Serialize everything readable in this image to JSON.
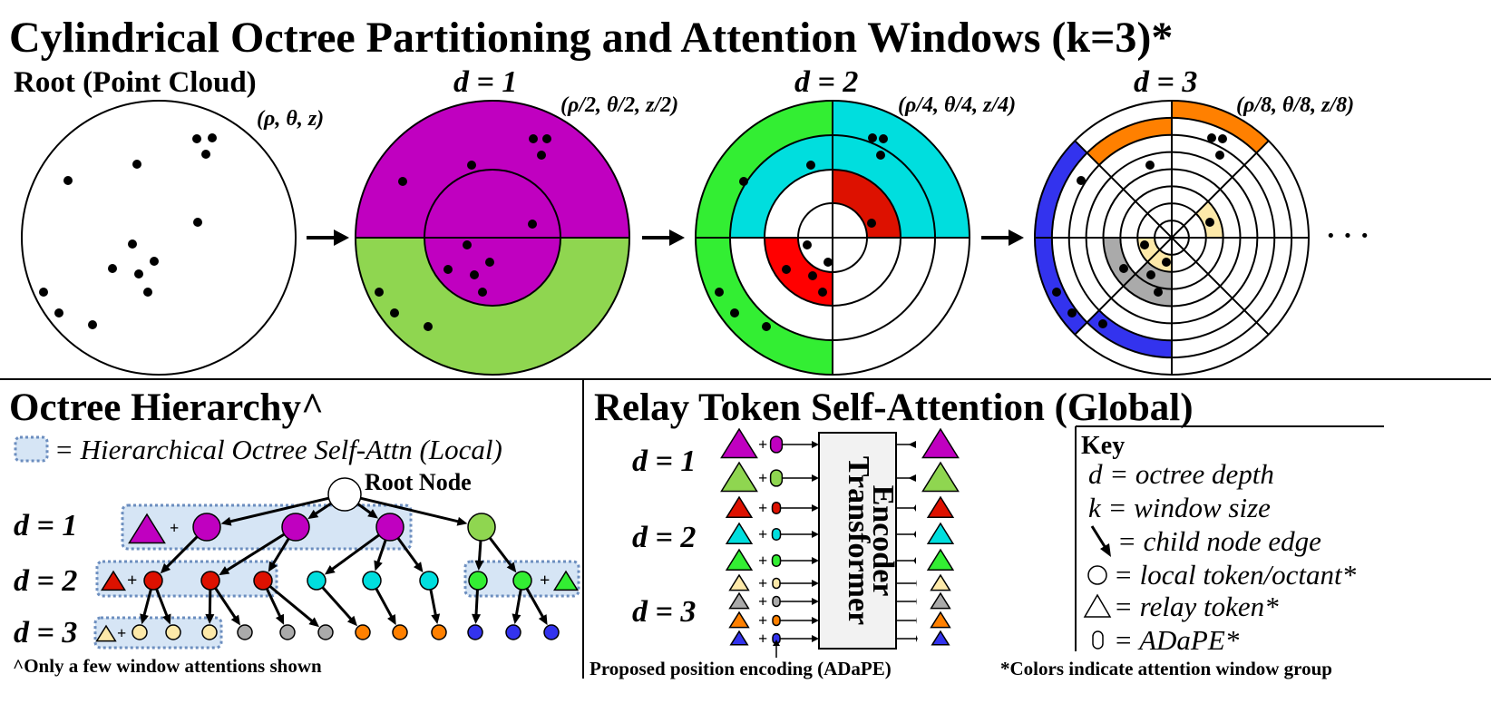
{
  "title": "Cylindrical Octree Partitioning and Attention Windows (k=3)*",
  "top": {
    "root_label": "Root (Point Cloud)",
    "root_coords": "(ρ, θ, z)",
    "d1_label": "d = 1",
    "d1_coords": "(ρ/2, θ/2, z/2)",
    "d2_label": "d = 2",
    "d2_coords": "(ρ/4, θ/4, z/4)",
    "d3_label": "d = 3",
    "d3_coords": "(ρ/8, θ/8, z/8)",
    "ellipsis": "· · ·"
  },
  "hierarchy": {
    "title": "Octree Hierarchy^",
    "legend_text": "= Hierarchical Octree Self-Attn (Local)",
    "root_node_label": "Root Node",
    "d1": "d = 1",
    "d2": "d = 2",
    "d3": "d = 3",
    "plus": "+",
    "footnote": "^Only a few window attentions shown"
  },
  "relay": {
    "title": "Relay Token Self-Attention (Global)",
    "d1": "d = 1",
    "d2": "d = 2",
    "d3": "d = 3",
    "plus": "+",
    "encoder_line1": "Transformer",
    "encoder_line2": "Encoder",
    "caption": "Proposed position encoding (ADaPE)"
  },
  "key": {
    "title": "Key",
    "items": [
      "d = octree depth",
      "k = window size",
      "= child node edge",
      "= local token/octant*",
      "= relay token*",
      "= ADaPE*"
    ],
    "footnote": "*Colors indicate attention window group"
  },
  "colors": {
    "magenta": "#c000c0",
    "light_green": "#8fd650",
    "green": "#33ee33",
    "cyan": "#00dede",
    "red": "#dd1100",
    "pale_yellow": "#fde9a9",
    "gray": "#aaaaaa",
    "orange": "#ff8000",
    "blue": "#3333ee",
    "window_fill": "#d6e5f5",
    "window_border": "#6c8ebf"
  }
}
